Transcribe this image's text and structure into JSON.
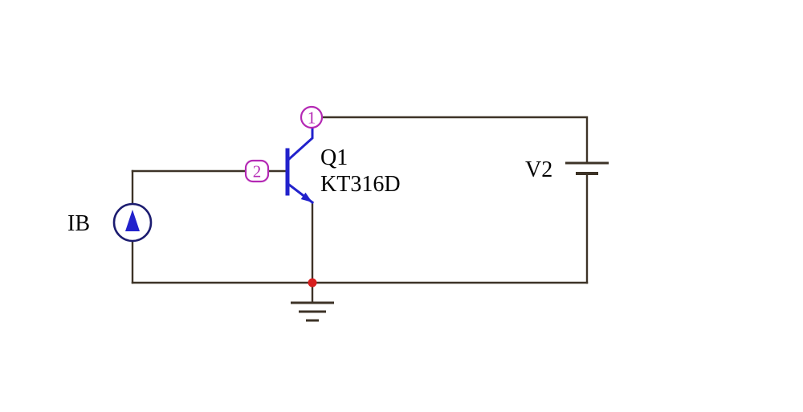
{
  "diagram": {
    "kind": "circuit-schematic",
    "components": [
      {
        "type": "current-source",
        "label": "IB"
      },
      {
        "type": "npn-transistor",
        "ref": "Q1",
        "model": "KT316D"
      },
      {
        "type": "battery",
        "label": "V2"
      },
      {
        "type": "ground"
      }
    ],
    "nodes": [
      {
        "id": "1",
        "shape": "circle"
      },
      {
        "id": "2",
        "shape": "rounded-rect"
      }
    ],
    "colors": {
      "background": "#ffffff",
      "wire": "#3d3327",
      "component_blue": "#2222cc",
      "source_navy": "#1c1c70",
      "node_magenta": "#b429b4",
      "junction_red": "#d81e1e",
      "text": "#000000"
    }
  }
}
